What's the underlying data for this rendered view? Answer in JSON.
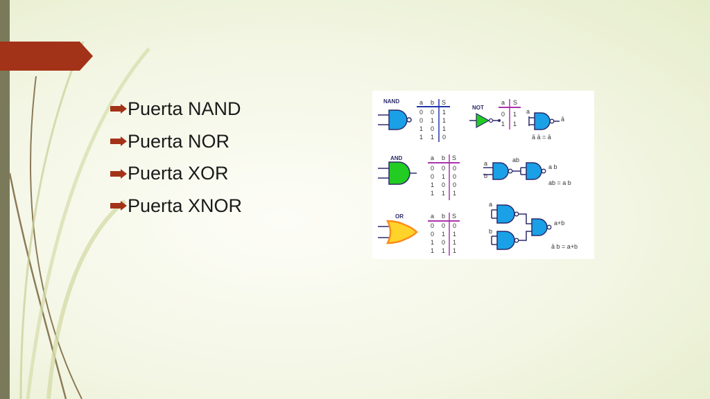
{
  "bullets": [
    {
      "label": "Puerta NAND"
    },
    {
      "label": "Puerta NOR"
    },
    {
      "label": "Puerta XOR"
    },
    {
      "label": "Puerta XNOR"
    }
  ],
  "colors": {
    "accent": "#a33318",
    "strip": "#7a7a5a",
    "nand": "#1aa0e6",
    "not": "#22cc22",
    "and": "#22cc22",
    "or": "#ffd42a",
    "table_nand": "#2233aa",
    "table_and": "#aa33aa"
  },
  "figure": {
    "nand": {
      "label": "NAND",
      "headers": [
        "a",
        "b",
        "S"
      ],
      "rows": [
        [
          "0",
          "0",
          "1"
        ],
        [
          "0",
          "1",
          "1"
        ],
        [
          "1",
          "0",
          "1"
        ],
        [
          "1",
          "1",
          "0"
        ]
      ]
    },
    "not": {
      "label": "NOT",
      "headers": [
        "a",
        "S"
      ],
      "rows": [
        [
          "0",
          "1"
        ],
        [
          "1",
          "1"
        ]
      ],
      "gate_in": "a",
      "gate_out": "ā",
      "eq": "ā ā = ā"
    },
    "and": {
      "label": "AND",
      "headers": [
        "a",
        "b",
        "S"
      ],
      "rows": [
        [
          "0",
          "0",
          "0"
        ],
        [
          "0",
          "1",
          "0"
        ],
        [
          "1",
          "0",
          "0"
        ],
        [
          "1",
          "1",
          "1"
        ]
      ],
      "a": "a",
      "b": "b",
      "mid": "ab",
      "out": "a b",
      "eq": "ab = a b"
    },
    "or": {
      "label": "OR",
      "headers": [
        "a",
        "b",
        "S"
      ],
      "rows": [
        [
          "0",
          "0",
          "0"
        ],
        [
          "0",
          "1",
          "1"
        ],
        [
          "1",
          "0",
          "1"
        ],
        [
          "1",
          "1",
          "1"
        ]
      ],
      "a": "a",
      "b": "b",
      "out": "a+b",
      "eq": "ā b = a+b"
    }
  }
}
